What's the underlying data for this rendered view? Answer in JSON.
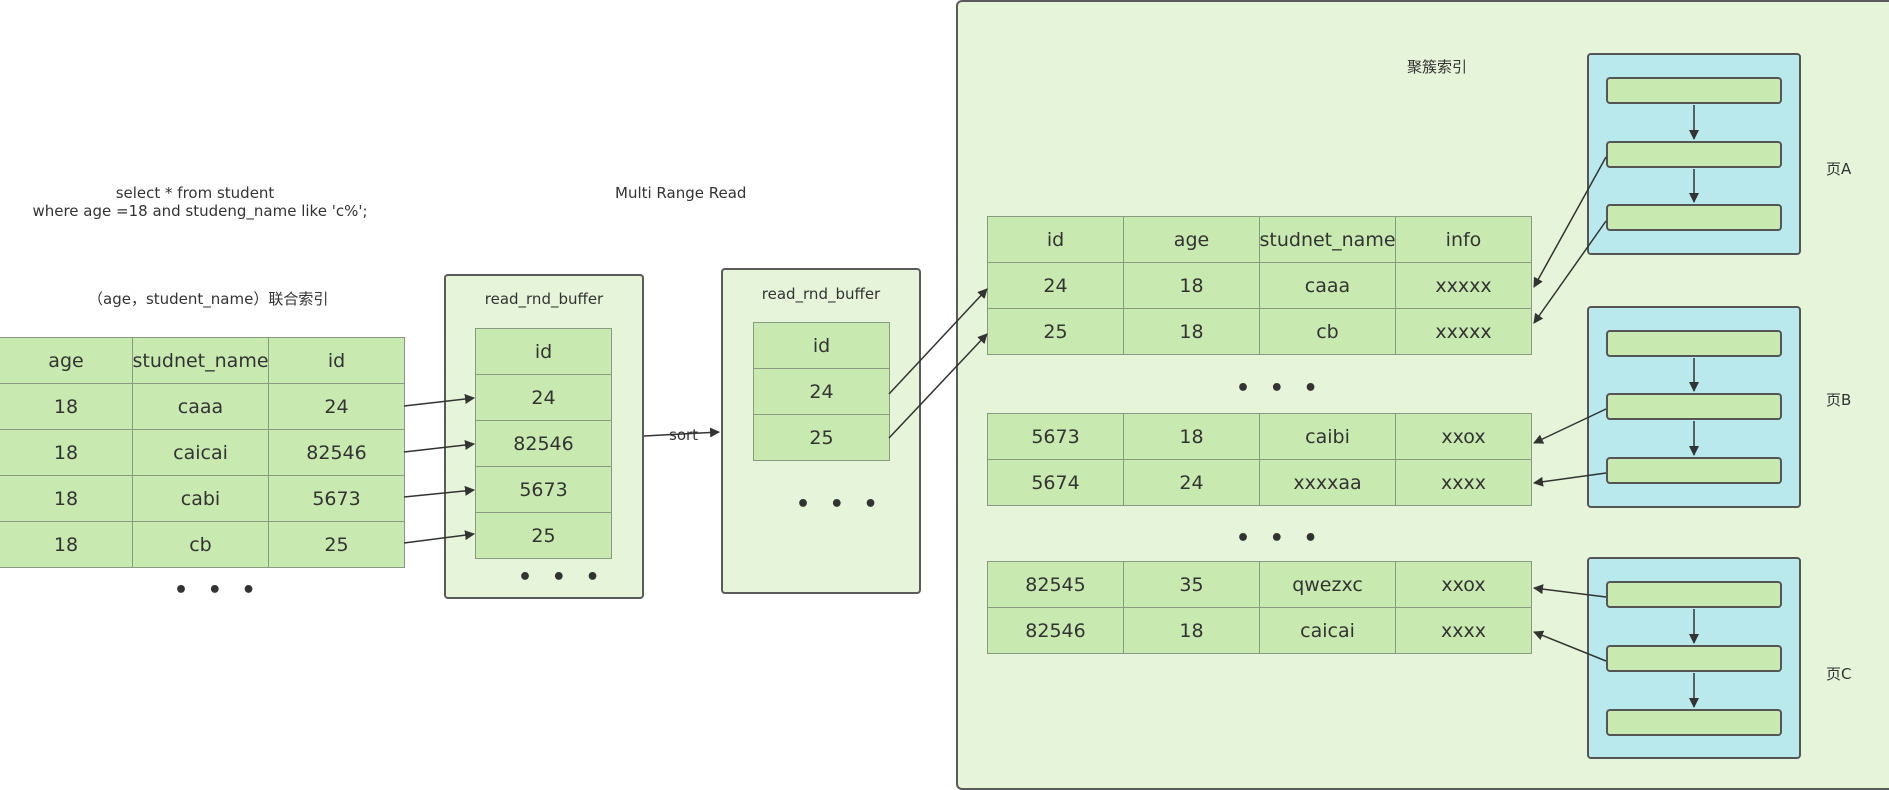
{
  "query": {
    "line1": "select * from student",
    "line2": "where age =18 and studeng_name like 'c%';"
  },
  "index_label": "（age，student_name）联合索引",
  "mrr_label": "Multi Range Read",
  "clustered_label": "聚簇索引",
  "sort_label": "sort",
  "ellipsis": "• • •",
  "secondary_index": {
    "headers": [
      "age",
      "studnet_name",
      "id"
    ],
    "rows": [
      [
        "18",
        "caaa",
        "24"
      ],
      [
        "18",
        "caicai",
        "82546"
      ],
      [
        "18",
        "cabi",
        "5673"
      ],
      [
        "18",
        "cb",
        "25"
      ]
    ]
  },
  "buffer1": {
    "title": "read_rnd_buffer",
    "header": "id",
    "values": [
      "24",
      "82546",
      "5673",
      "25"
    ]
  },
  "buffer2": {
    "title": "read_rnd_buffer",
    "header": "id",
    "values": [
      "24",
      "25"
    ]
  },
  "clustered": {
    "headers": [
      "id",
      "age",
      "studnet_name",
      "info"
    ],
    "group_a": [
      [
        "24",
        "18",
        "caaa",
        "xxxxx"
      ],
      [
        "25",
        "18",
        "cb",
        "xxxxx"
      ]
    ],
    "group_b": [
      [
        "5673",
        "18",
        "caibi",
        "xxox"
      ],
      [
        "5674",
        "24",
        "xxxxaa",
        "xxxx"
      ]
    ],
    "group_c": [
      [
        "82545",
        "35",
        "qwezxc",
        "xxox"
      ],
      [
        "82546",
        "18",
        "caicai",
        "xxxx"
      ]
    ]
  },
  "pages": {
    "a": "页A",
    "b": "页B",
    "c": "页C"
  },
  "colors": {
    "cell_fill": "#c8e9b0",
    "panel_fill": "#e6f5d9",
    "page_fill": "#b9e9ec"
  }
}
